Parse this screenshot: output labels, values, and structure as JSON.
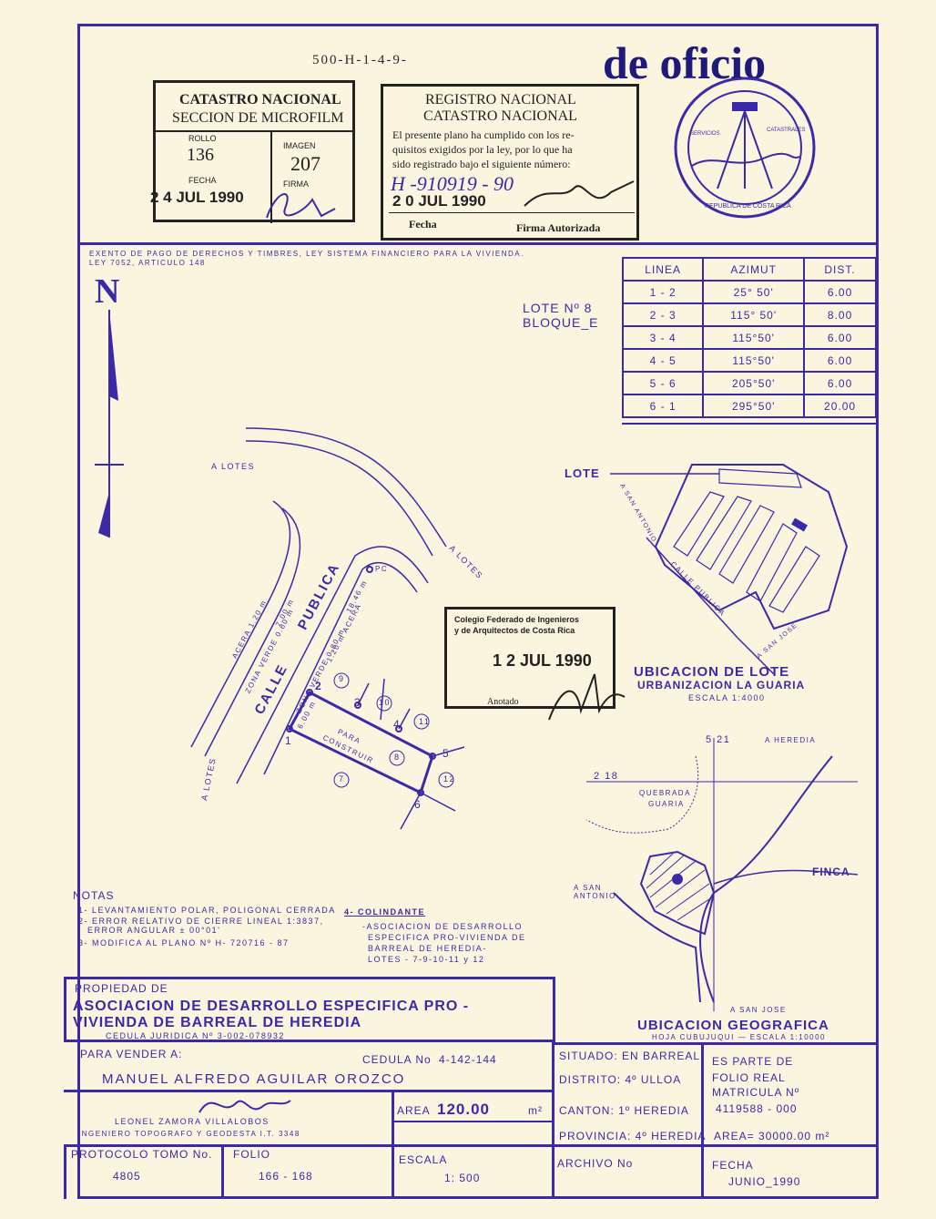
{
  "header": {
    "ref_number": "500-H-1-4-9-",
    "de_oficio": "de oficio",
    "catastro_stamp": {
      "title": "CATASTRO NACIONAL",
      "subtitle": "SECCION DE MICROFILM",
      "rollo_label": "ROLLO",
      "rollo_value": "136",
      "imagen_label": "IMAGEN",
      "imagen_value": "207",
      "fecha_label": "FECHA",
      "fecha_value": "2 4 JUL 1990",
      "firma_label": "FIRMA"
    },
    "registro_stamp": {
      "title": "REGISTRO NACIONAL",
      "subtitle": "CATASTRO NACIONAL",
      "text_line1": "El presente plano ha cumplido con los re-",
      "text_line2": "quisitos exigidos por la ley, por lo que ha",
      "text_line3": "sido registrado bajo el siguiente número:",
      "number": "H -910919 - 90",
      "date": "2 0 JUL 1990",
      "fecha_label": "Fecha",
      "firma_label": "Firma Autorizada"
    },
    "seal": {
      "top_text": "SERVICIOS",
      "top_text2": "CATASTRALES",
      "ring_text": "REPUBLICA DE COSTA RICA"
    }
  },
  "exento": {
    "line1": "EXENTO DE PAGO DE DERECHOS Y TIMBRES, LEY SISTEMA FINANCIERO PARA LA VIVIENDA.",
    "line2": "LEY 7052, ARTICULO 148"
  },
  "north_label": "N",
  "lote_label": {
    "line1": "LOTE Nº 8",
    "line2": "BLOQUE_E"
  },
  "azimuth_table": {
    "headers": [
      "LINEA",
      "AZIMUT",
      "DIST."
    ],
    "rows": [
      [
        "1 - 2",
        "25° 50'",
        "6.00"
      ],
      [
        "2 - 3",
        "115° 50'",
        "8.00"
      ],
      [
        "3 - 4",
        "115°50'",
        "6.00"
      ],
      [
        "4 - 5",
        "115°50'",
        "6.00"
      ],
      [
        "5 - 6",
        "205°50'",
        "6.00"
      ],
      [
        "6 - 1",
        "295°50'",
        "20.00"
      ]
    ]
  },
  "plan": {
    "a_lotes_1": "A LOTES",
    "a_lotes_2": "A LOTES",
    "a_lotes_3": "A LOTES",
    "calle": "CALLE",
    "publica": "PUBLICA",
    "acera_1": "ACERA 1.20 m",
    "zona_verde_1": "ZONA VERDE 0.80 m",
    "width_7": "7.00 m",
    "zona_verde_2": "ZONA VERDE 0.80 m",
    "acera_2": "1.20 m ACERA",
    "dist_18": "18.46 m",
    "pc": "PC",
    "dist_6": "6.00 m",
    "para_construir_1": "PARA",
    "para_construir_2": "CONSTRUIR",
    "lot_numbers": [
      "9",
      "10",
      "11",
      "8",
      "7",
      "12"
    ],
    "vertex_labels": [
      "1",
      "2",
      "3",
      "4",
      "5",
      "6"
    ]
  },
  "colegio_stamp": {
    "line1": "Colegio Federado de Ingenieros",
    "line2": "y de Arquitectos de Costa Rica",
    "date": "1 2 JUL 1990",
    "anotado": "Anotado"
  },
  "ubicacion_lote": {
    "lote": "LOTE",
    "a_san_antonio": "A SAN ANTONIO",
    "calle_publica": "CALLE PUBLICA",
    "a_san_jose": "A SAN JOSE",
    "title": "UBICACION DE LOTE",
    "subtitle": "URBANIZACION LA GUARIA",
    "escala": "ESCALA 1:4000"
  },
  "ubicacion_geografica": {
    "coord_top": "5 21",
    "a_heredia": "A HEREDIA",
    "coord_left": "2 18",
    "quebrada": "QUEBRADA",
    "guaria": "GUARIA",
    "finca": "FINCA",
    "a_san_antonio": "A SAN ANTONIO",
    "a_san_jose": "A SAN JOSE",
    "title": "UBICACION GEOGRAFICA",
    "subtitle": "HOJA CUBUJUQUI — ESCALA 1:10000"
  },
  "notas": {
    "title": "NOTAS",
    "n1": "1- LEVANTAMIENTO POLAR, POLIGONAL CERRADA",
    "n2a": "2- ERROR RELATIVO DE CIERRE LINEAL 1:3837,",
    "n2b": "ERROR ANGULAR ± 00°01'",
    "n3": "3- MODIFICA   AL PLANO Nº H- 720716 - 87",
    "n4_title": "4- COLINDANTE",
    "n4a": "-ASOCIACION DE DESARROLLO",
    "n4b": "ESPECIFICA PRO-VIVIENDA DE",
    "n4c": "BARREAL DE HEREDIA-",
    "n4d": "LOTES - 7-9-10-11 y 12"
  },
  "owner": {
    "propiedad_de": "PROPIEDAD DE",
    "name_line1": "ASOCIACION DE DESARROLLO ESPECIFICA PRO -",
    "name_line2": "VIVIENDA DE BARREAL DE HEREDIA",
    "cedula_juridica": "CEDULA JURIDICA Nº 3-002-078932",
    "para_vender": "PARA VENDER A:",
    "cedula_label": "CEDULA No",
    "cedula_value": "4-142-144",
    "buyer": "MANUEL ALFREDO AGUILAR OROZCO",
    "engineer": "LEONEL   ZAMORA   VILLALOBOS",
    "engineer_title": "INGENIERO TOPOGRAFO Y GEODESTA I.T. 3348",
    "area_label": "AREA",
    "area_value": "120.00",
    "area_unit": "m²"
  },
  "location": {
    "situado": "SITUADO: EN BARREAL",
    "distrito": "DISTRITO: 4º ULLOA",
    "canton": "CANTON: 1º HEREDIA",
    "provincia": "PROVINCIA: 4º HEREDIA"
  },
  "folio": {
    "line1": "ES PARTE DE",
    "line2": "FOLIO REAL",
    "line3": "MATRICULA Nº",
    "matricula": "4119588 - 000",
    "area": "AREA= 30000.00 m²"
  },
  "footer": {
    "protocolo_label": "PROTOCOLO TOMO No.",
    "protocolo_value": "4805",
    "folio_label": "FOLIO",
    "folio_value": "166 - 168",
    "escala_label": "ESCALA",
    "escala_value": "1: 500",
    "archivo_label": "ARCHIVO No",
    "fecha_label": "FECHA",
    "fecha_value": "JUNIO_1990"
  }
}
